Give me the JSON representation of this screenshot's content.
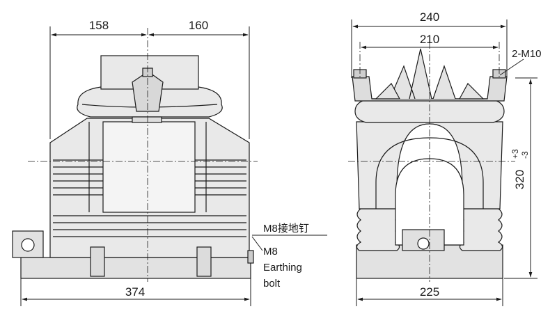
{
  "left_view": {
    "dim_top_left": "158",
    "dim_top_right": "160",
    "dim_bottom": "374",
    "note_cn": "M8接地钉",
    "note_en_1": "M8",
    "note_en_2": "Earthing",
    "note_en_3": "bolt"
  },
  "right_view": {
    "dim_top_outer": "240",
    "dim_top_inner": "210",
    "bolt_label": "2-M10",
    "dim_height": "320",
    "tol_upper": "+3",
    "tol_lower": "-3",
    "dim_bottom": "225"
  },
  "colors": {
    "line": "#1a1a1a",
    "fill": "#e9e9e9",
    "fill_dark": "#d8d8d8"
  }
}
